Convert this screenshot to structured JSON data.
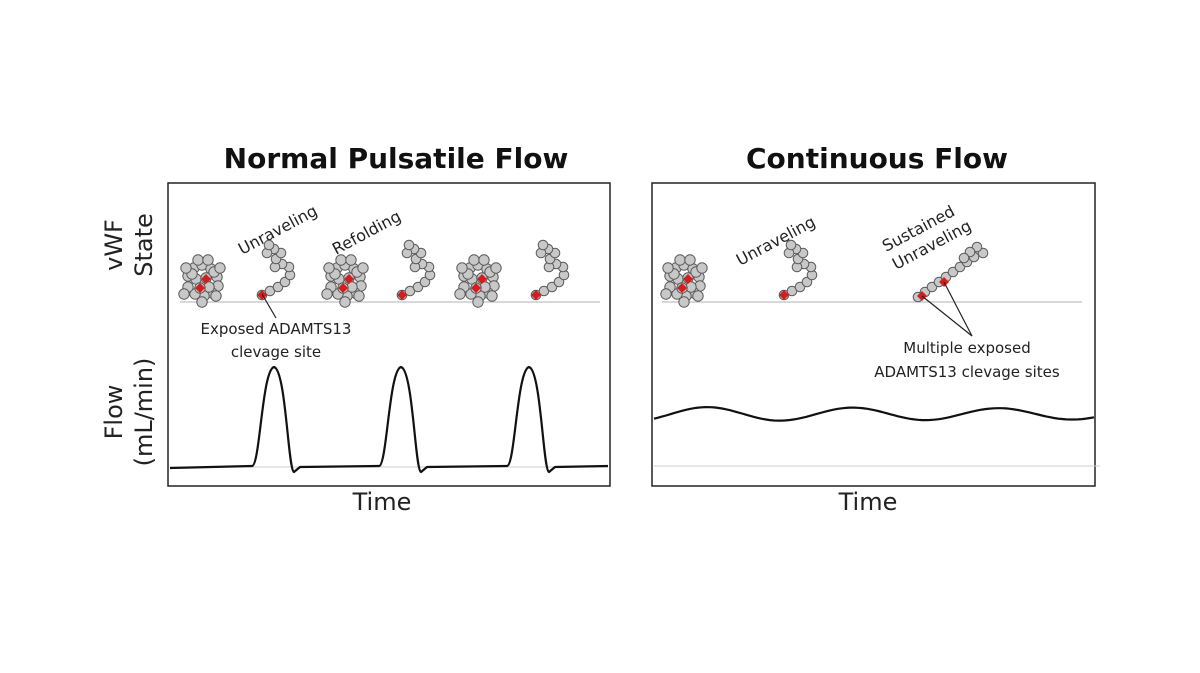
{
  "left_panel": {
    "title": "Normal Pulsatile Flow",
    "vwf_label_line1": "vWF",
    "vwf_label_line2": "State",
    "flow_label_line1": "Flow",
    "flow_label_line2": "(mL/min)",
    "x_label": "Time",
    "state_unraveling": "Unraveling",
    "state_refolding": "Refolding",
    "annotation_line1": "Exposed ADAMTS13",
    "annotation_line2": "clevage site"
  },
  "right_panel": {
    "title": "Continuous Flow",
    "x_label": "Time",
    "state_unraveling": "Unraveling",
    "state_sustained_line1": "Sustained",
    "state_sustained_line2": "Unraveling",
    "annotation_line1": "Multiple exposed",
    "annotation_line2": "ADAMTS13 clevage sites"
  },
  "colors": {
    "bead": "#c8c8c8",
    "bead_stroke": "#5a5a5a",
    "cleavage_site": "#d11f1f",
    "trace": "#111111",
    "baseline": "#b0b0b0"
  }
}
